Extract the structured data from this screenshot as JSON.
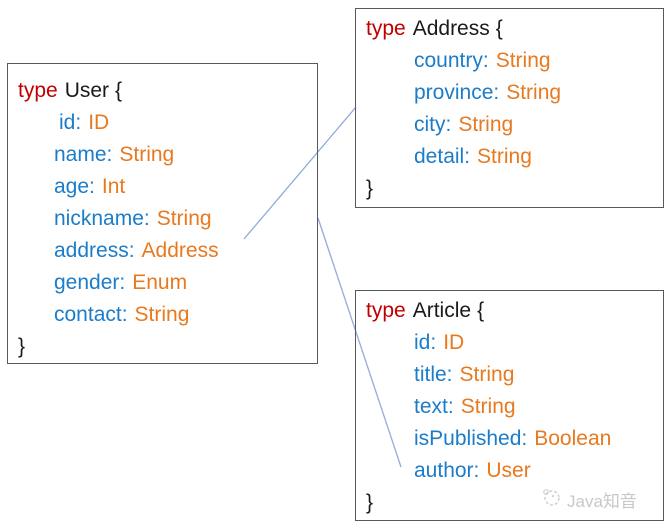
{
  "colors": {
    "keyword_red": "#C00000",
    "field_name_blue": "#1B7CC9",
    "field_type_orange": "#E8791E",
    "connector_blue": "#8FAADC",
    "box_border_gray": "#595959",
    "watermark_gray": "#C8C8C8"
  },
  "diagram": {
    "boxes": [
      {
        "keyword": "type",
        "name": "User",
        "open_brace": "{",
        "close_brace": "}",
        "fields": [
          {
            "name": "id:",
            "type": "ID"
          },
          {
            "name": "name:",
            "type": "String"
          },
          {
            "name": "age:",
            "type": "Int"
          },
          {
            "name": "nickname:",
            "type": "String"
          },
          {
            "name": "address:",
            "type": "Address"
          },
          {
            "name": "gender:",
            "type": "Enum"
          },
          {
            "name": "contact:",
            "type": "String"
          }
        ]
      },
      {
        "keyword": "type",
        "name": "Address",
        "open_brace": "{",
        "close_brace": "}",
        "fields": [
          {
            "name": "country:",
            "type": "String"
          },
          {
            "name": "province:",
            "type": "String"
          },
          {
            "name": "city:",
            "type": "String"
          },
          {
            "name": "detail:",
            "type": "String"
          }
        ]
      },
      {
        "keyword": "type",
        "name": "Article",
        "open_brace": "{",
        "close_brace": "}",
        "fields": [
          {
            "name": "id:",
            "type": "ID"
          },
          {
            "name": "title:",
            "type": "String"
          },
          {
            "name": "text:",
            "type": "String"
          },
          {
            "name": "isPublished:",
            "type": "Boolean"
          },
          {
            "name": "author:",
            "type": "User"
          }
        ]
      }
    ],
    "connectors": [
      {
        "from": "User.address",
        "to": "Address"
      },
      {
        "from": "Article.author",
        "to": "User"
      }
    ],
    "watermark": {
      "text": "Java知音"
    }
  }
}
